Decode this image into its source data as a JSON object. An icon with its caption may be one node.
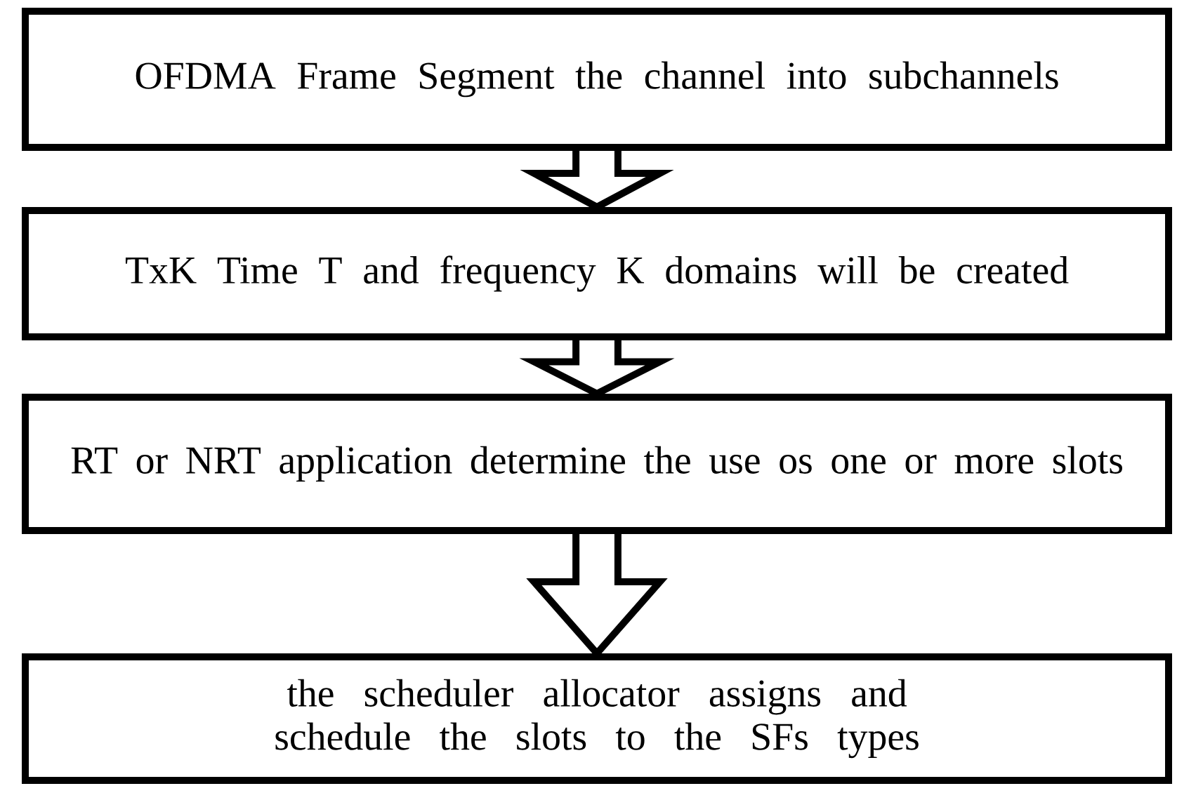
{
  "diagram": {
    "nodes": [
      {
        "text": [
          "OFDMA Frame Segment the channel into subchannels"
        ]
      },
      {
        "text": [
          "TxK Time T and frequency K domains will be created"
        ]
      },
      {
        "text": [
          "RT or NRT application determine the use os one or more slots"
        ]
      },
      {
        "text": [
          "the scheduler allocator assigns and schedule the slots to the SFs types"
        ]
      }
    ],
    "edges": [
      {
        "from": 0,
        "to": 1,
        "arrow": "to"
      },
      {
        "from": 1,
        "to": 2,
        "arrow": "to"
      },
      {
        "from": 2,
        "to": 3,
        "arrow": "to"
      }
    ]
  }
}
